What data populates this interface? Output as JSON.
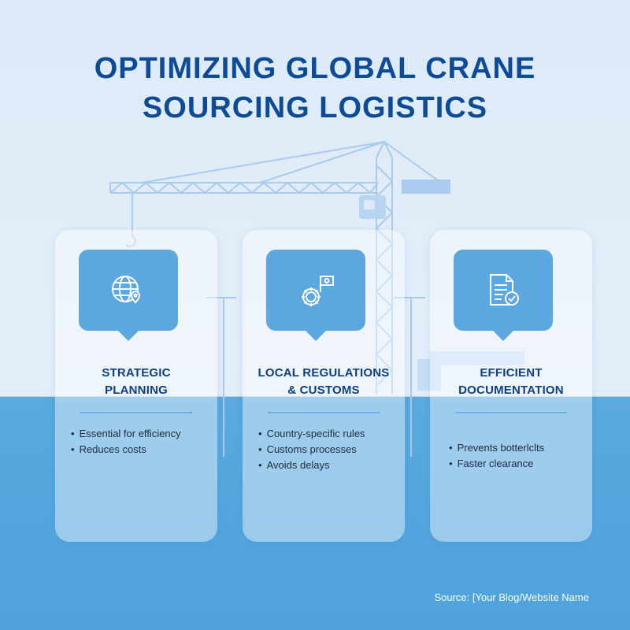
{
  "title": {
    "line1": "OPTIMIZING GLOBAL CRANE",
    "line2": "SOURCING LOGISTICS"
  },
  "cards": [
    {
      "icon": "globe-location-icon",
      "title_line1": "STRATEGIC",
      "title_line2": "PLANNING",
      "bullets": [
        "Essential for efficiency",
        "Reduces costs"
      ]
    },
    {
      "icon": "gear-flag-icon",
      "title_line1": "LOCAL REGULATIONS",
      "title_line2": "& CUSTOMS",
      "bullets": [
        "Country-specific rules",
        "Customs processes",
        "Avoids delays"
      ]
    },
    {
      "icon": "document-check-icon",
      "title_line1": "EFFICIENT",
      "title_line2": "DOCUMENTATION",
      "bullets": [
        "Prevents botterlclts",
        "Faster clearance"
      ]
    }
  ],
  "source": "Source: [Your Blog/Website Name",
  "colors": {
    "title": "#0d4a97",
    "accent": "#5ca7e0",
    "background_top": "#dceaf8",
    "background_bottom": "#4fa2dc"
  }
}
